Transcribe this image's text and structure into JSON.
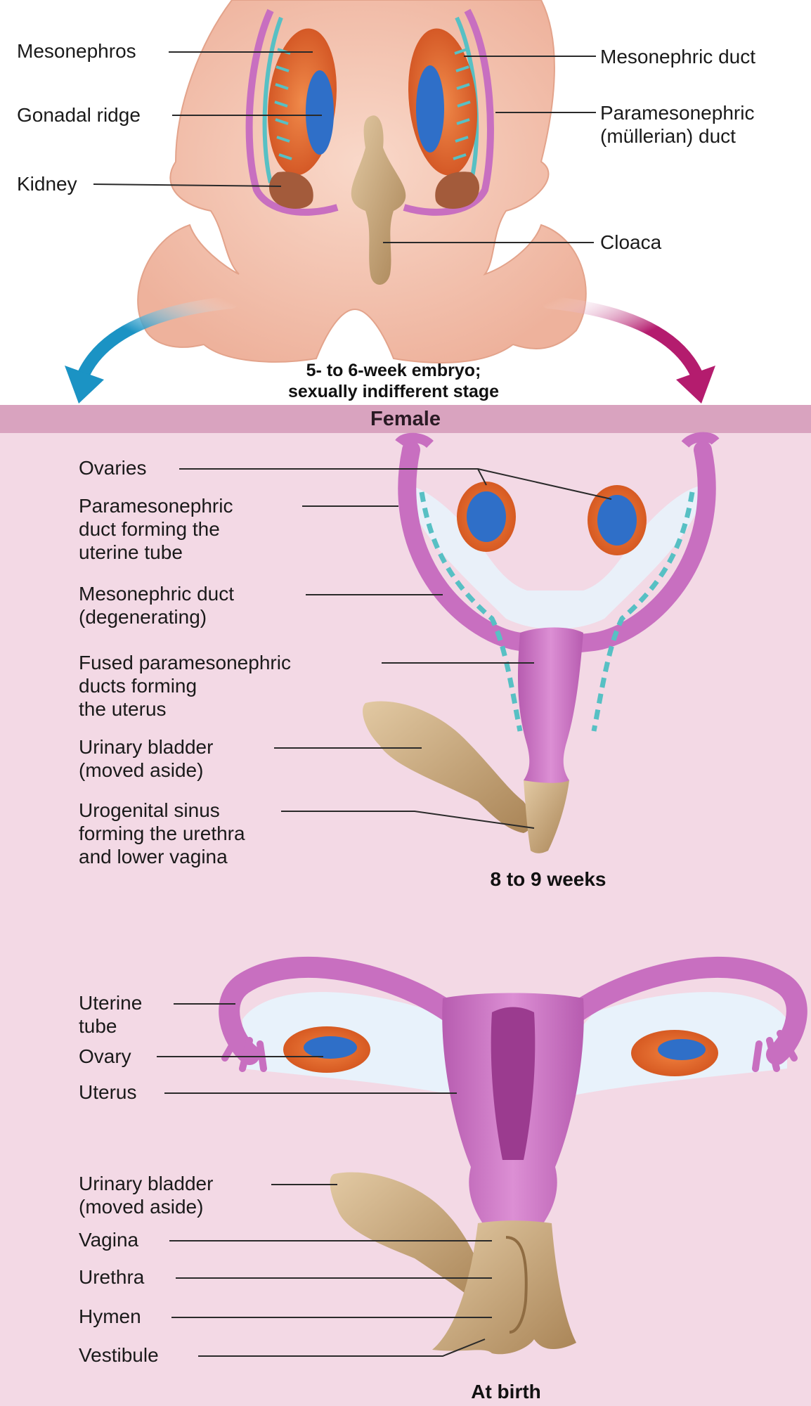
{
  "colors": {
    "female_background": "#f3d9e5",
    "banner": "#d9a3bf",
    "embryo_skin": "#f4c6b3",
    "mesonephros": "#e0622d",
    "gonad": "#2f6fc8",
    "mesonephric_duct": "#57c0c4",
    "paramesonephric_duct": "#c86fc0",
    "bladder_sinus": "#c9aa80",
    "arrow_left": "#1b93c4",
    "arrow_right": "#b41c6e"
  },
  "icons": [
    "blue-arrow-icon",
    "magenta-arrow-icon"
  ],
  "embryo": {
    "labels": {
      "mesonephros": "Mesonephros",
      "gonadal_ridge": "Gonadal ridge",
      "kidney": "Kidney",
      "mesonephric_duct": "Mesonephric duct",
      "paramesonephric_duct": "Paramesonephric\n(müllerian) duct",
      "cloaca": "Cloaca"
    },
    "caption": "5- to 6-week embryo;\nsexually indifferent stage"
  },
  "banner": {
    "title": "Female"
  },
  "weeks": {
    "labels": {
      "ovaries": "Ovaries",
      "paramesonephric_tube": "Paramesonephric\nduct forming the\nuterine tube",
      "mesonephric_degenerating": "Mesonephric duct\n(degenerating)",
      "fused_ducts": "Fused paramesonephric\nducts forming\nthe uterus",
      "urinary_bladder": "Urinary bladder\n(moved aside)",
      "urogenital_sinus": "Urogenital sinus\nforming the urethra\nand lower vagina"
    },
    "caption": "8 to 9 weeks"
  },
  "birth": {
    "labels": {
      "uterine_tube": "Uterine\ntube",
      "ovary": "Ovary",
      "uterus": "Uterus",
      "urinary_bladder": "Urinary bladder\n(moved aside)",
      "vagina": "Vagina",
      "urethra": "Urethra",
      "hymen": "Hymen",
      "vestibule": "Vestibule"
    },
    "caption": "At birth"
  }
}
